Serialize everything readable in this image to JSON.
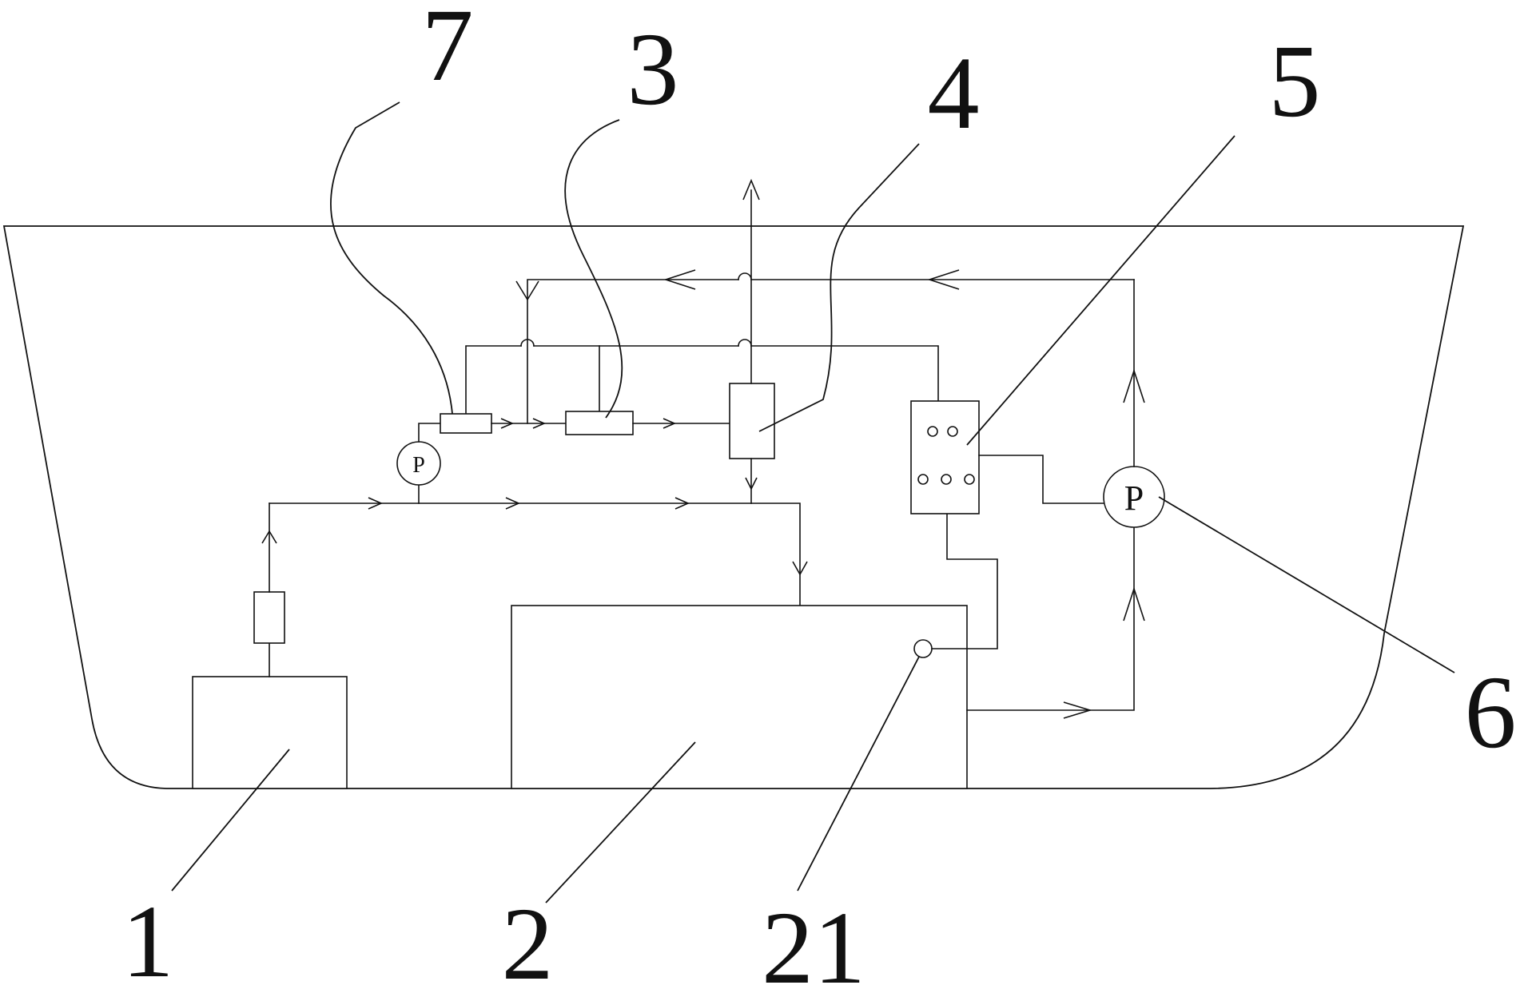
{
  "callouts": {
    "c1": "1",
    "c2": "2",
    "c21": "21",
    "c3": "3",
    "c4": "4",
    "c5": "5",
    "c6": "6",
    "c7": "7"
  },
  "pump_symbol": {
    "small": "P",
    "large": "P"
  },
  "colors": {
    "stroke": "#111111",
    "background": "#ffffff"
  }
}
